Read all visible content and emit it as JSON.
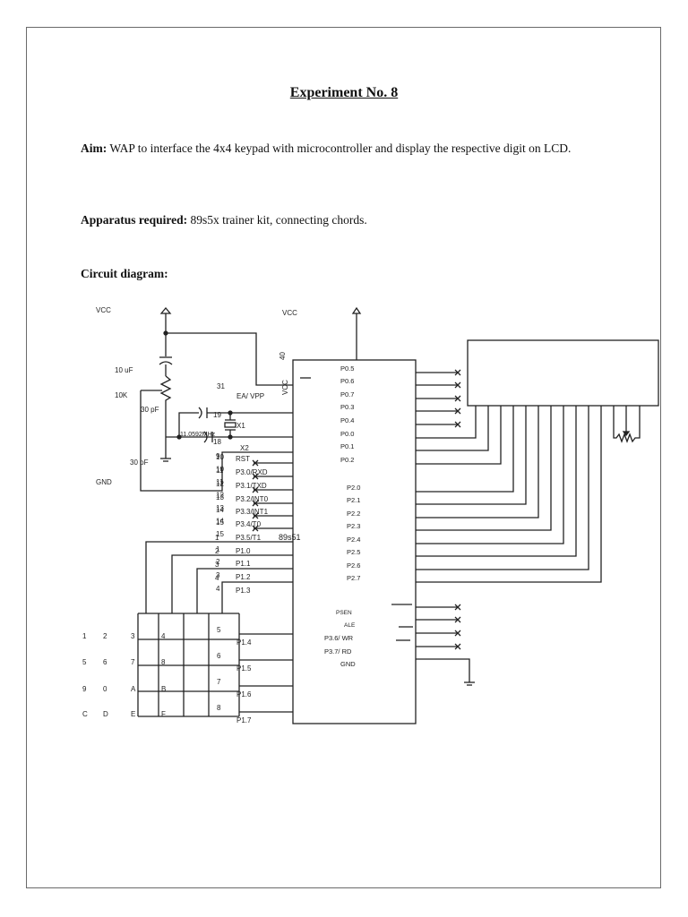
{
  "document": {
    "title": "Experiment No. 8",
    "aim_label": "Aim:",
    "aim_text": " WAP to interface the 4x4 keypad with microcontroller and display the respective digit on LCD.",
    "apparatus_label": "Apparatus required:",
    "apparatus_text": " 89s5x trainer kit, connecting chords.",
    "circuit_heading": "Circuit diagram:"
  },
  "circuit": {
    "power_labels": {
      "vcc_left": "VCC",
      "vcc_mcu": "VCC",
      "gnd": "GND"
    },
    "components": {
      "cap_reset": "10 uF",
      "res_reset": "10K",
      "cap_xtal1": "30 pF",
      "cap_xtal2": "30 pF",
      "crystal": "X1",
      "crystal_freq": "11.0592MHz",
      "mcu_name": "89s51"
    },
    "mcu_left_pins": [
      {
        "num": "40",
        "name": "VCC"
      },
      {
        "num": "31",
        "name": "EA/ VPP"
      },
      {
        "num": "19",
        "name": ""
      },
      {
        "num": "18",
        "name": ""
      },
      {
        "num": "9",
        "name": "X2"
      },
      {
        "num": "10",
        "name": "RST"
      },
      {
        "num": "11",
        "name": "P3.0/RXD"
      },
      {
        "num": "12",
        "name": "P3.1/TXD"
      },
      {
        "num": "13",
        "name": "P3.2/INT0"
      },
      {
        "num": "14",
        "name": "P3.3/INT1"
      },
      {
        "num": "15",
        "name": "P3.4/T0"
      },
      {
        "num": "",
        "name": "P3.5/T1"
      },
      {
        "num": "1",
        "name": "P1.0"
      },
      {
        "num": "2",
        "name": "P1.1"
      },
      {
        "num": "3",
        "name": "P1.2"
      },
      {
        "num": "4",
        "name": "P1.3"
      },
      {
        "num": "",
        "name": "P1.4"
      },
      {
        "num": "",
        "name": "P1.5"
      },
      {
        "num": "",
        "name": "P1.6"
      },
      {
        "num": "",
        "name": "P1.7"
      }
    ],
    "mcu_right_pins": [
      "P0.5",
      "P0.6",
      "P0.7",
      "P0.3",
      "P0.4",
      "P0.0",
      "P0.1",
      "P0.2",
      "P2.0",
      "P2.1",
      "P2.2",
      "P2.3",
      "P2.4",
      "P2.5",
      "P2.6",
      "P2.7"
    ],
    "mcu_right_control": [
      "PSEN",
      "ALE",
      "P3.6/ WR",
      "P3.7/ RD",
      "GND"
    ],
    "keypad_col_pins": [
      "1",
      "2",
      "3",
      "4"
    ],
    "keypad_row_pins": [
      "5",
      "6",
      "7",
      "8"
    ],
    "keypad_keys": [
      [
        "1",
        "2",
        "3",
        "4"
      ],
      [
        "5",
        "6",
        "7",
        "8"
      ],
      [
        "9",
        "0",
        "A",
        "B"
      ],
      [
        "C",
        "D",
        "E",
        "F"
      ]
    ]
  }
}
